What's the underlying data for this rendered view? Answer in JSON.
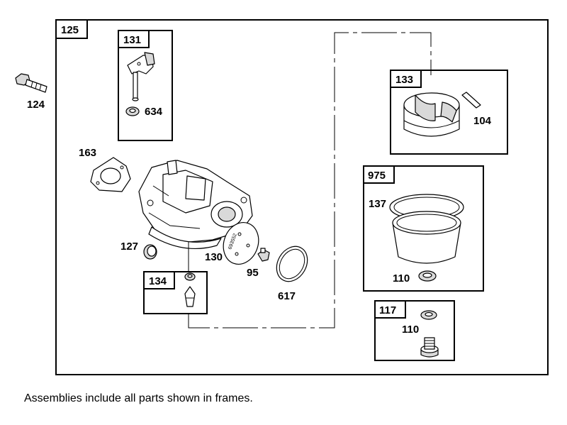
{
  "labels": {
    "l125": "125",
    "l131": "131",
    "l634": "634",
    "l124": "124",
    "l163": "163",
    "l127": "127",
    "l130": "130",
    "l95": "95",
    "l617": "617",
    "l134": "134",
    "l133": "133",
    "l104": "104",
    "l975": "975",
    "l137": "137",
    "l110a": "110",
    "l117": "117",
    "l110b": "110"
  },
  "gasket_stamp": "693552",
  "caption": "Assemblies include all parts shown in frames."
}
